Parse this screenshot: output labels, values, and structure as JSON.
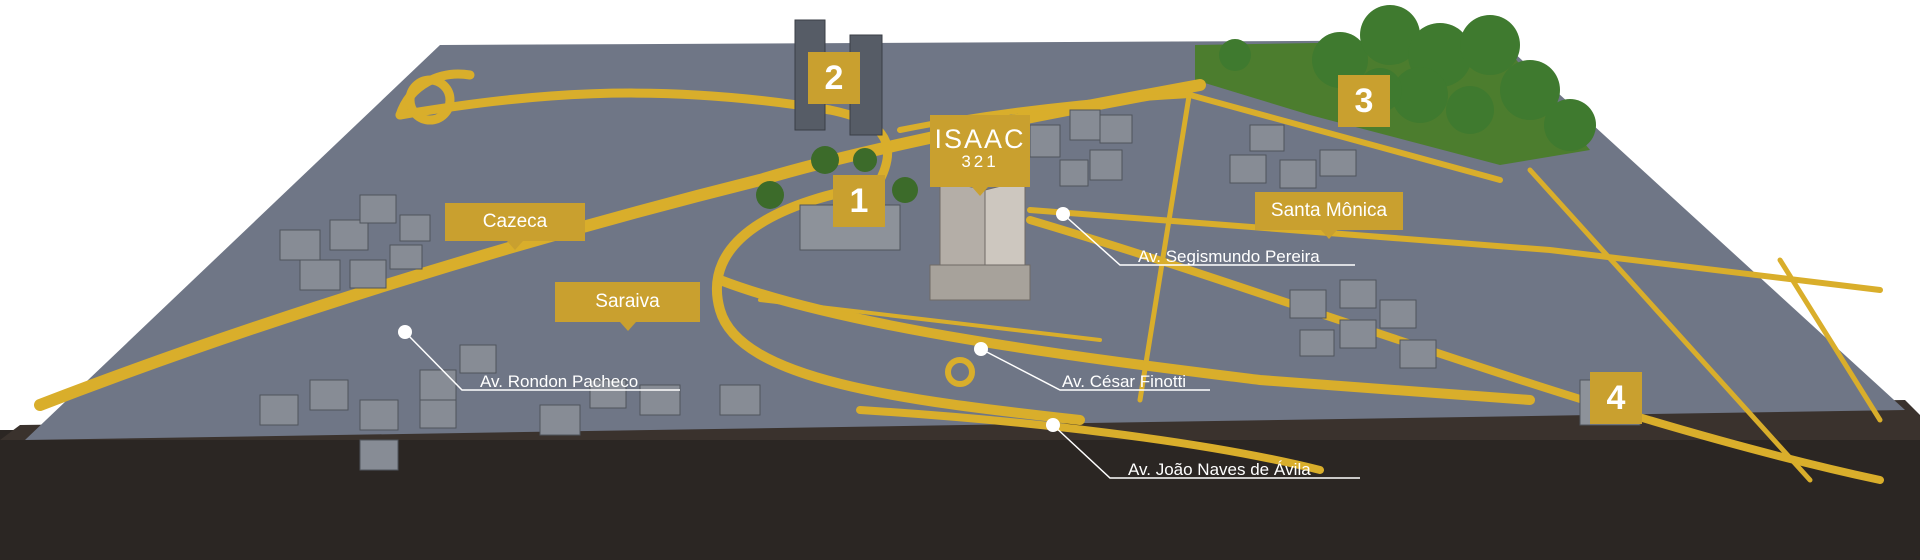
{
  "colors": {
    "ground": "#6e7585",
    "road": "#d9ae2b",
    "label_bg": "#c9a02f",
    "soil": "#2a2522",
    "trees": "#3f7a2f"
  },
  "logo": {
    "line1": "ISAAC",
    "line2": "321"
  },
  "neighborhoods": [
    {
      "key": "cazeca",
      "label": "Cazeca"
    },
    {
      "key": "saraiva",
      "label": "Saraiva"
    },
    {
      "key": "santa-monica",
      "label": "Santa Mônica"
    }
  ],
  "streets": [
    {
      "key": "segismundo",
      "label": "Av. Segismundo Pereira"
    },
    {
      "key": "rondon",
      "label": "Av. Rondon Pacheco"
    },
    {
      "key": "cesar",
      "label": "Av. César Finotti"
    },
    {
      "key": "joao",
      "label": "Av. João Naves de Ávila"
    }
  ],
  "points": [
    "1",
    "2",
    "3",
    "4"
  ]
}
